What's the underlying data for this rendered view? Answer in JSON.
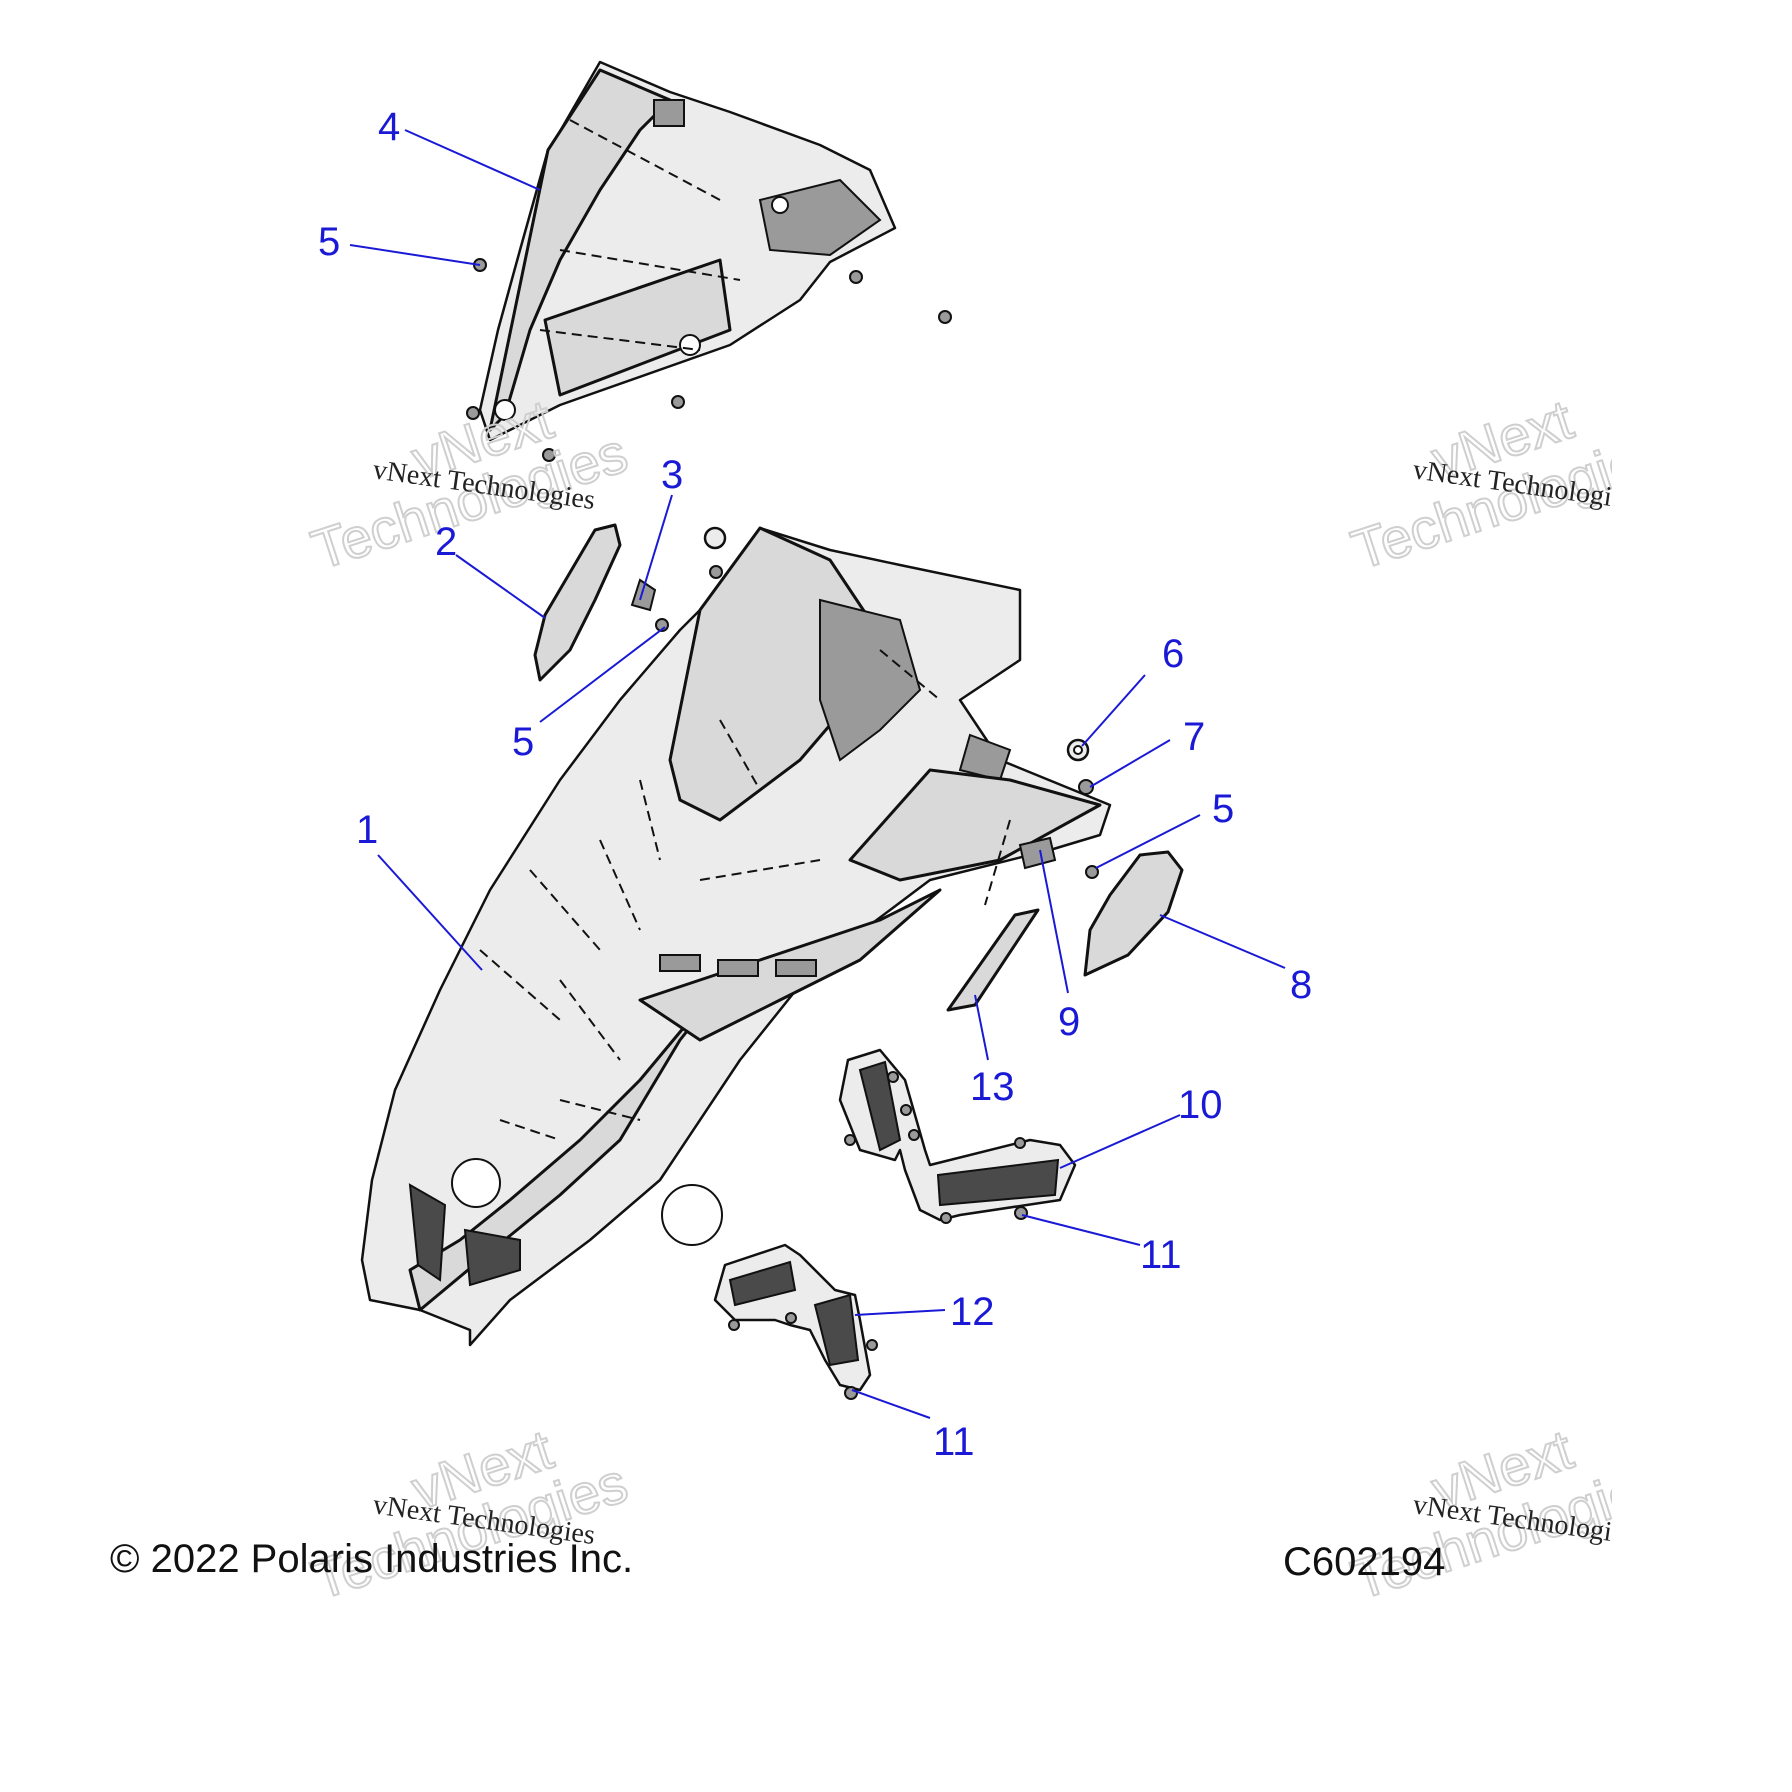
{
  "watermark": {
    "text_small": "vNext Technologies",
    "text_big_1": "vNext",
    "text_big_2": "Technologies"
  },
  "callouts": {
    "c1": "1",
    "c2": "2",
    "c3": "3",
    "c4": "4",
    "c5a": "5",
    "c5b": "5",
    "c5c": "5",
    "c6": "6",
    "c7": "7",
    "c8": "8",
    "c9": "9",
    "c10": "10",
    "c11a": "11",
    "c11b": "11",
    "c12": "12",
    "c13": "13"
  },
  "footer": {
    "copyright": "© 2022 Polaris Industries Inc.",
    "diagram_id": "C602194"
  }
}
